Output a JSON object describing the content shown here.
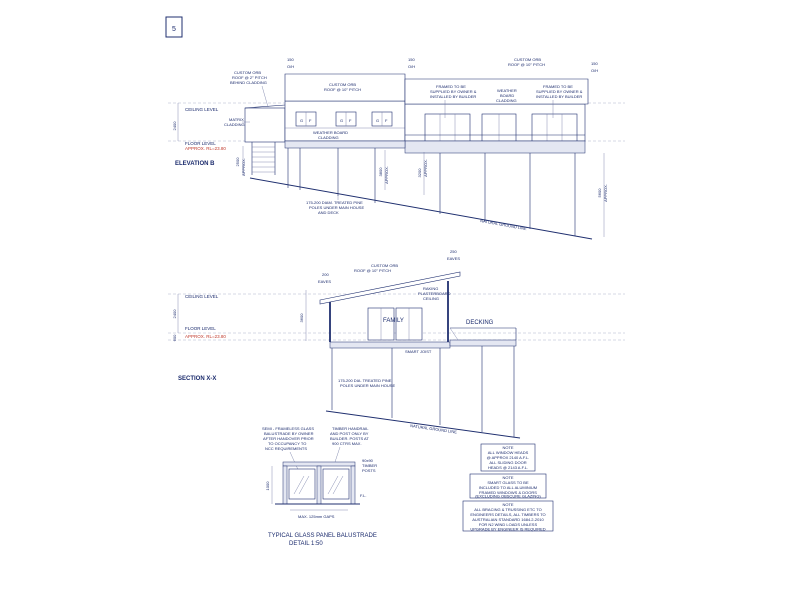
{
  "sheet": {
    "number": "5"
  },
  "elevation_b": {
    "title": "ELEVATION B",
    "ceiling_level": "CEILING LEVEL",
    "floor_level": "FLOOR LEVEL",
    "floor_rl": "APPROX. RL=23.80",
    "dim_2400": "2400",
    "dim_2500": "2500",
    "dim_3800": "3800",
    "dim_3200": "3200",
    "dim_5600": "5600",
    "approx": "APPROX.",
    "oh_150_a": "150",
    "oh_label_a": "O/H",
    "oh_150_b": "150",
    "oh_label_b": "O/H",
    "oh_150_c": "150",
    "oh_label_c": "O/H",
    "custom_orb_2deg": [
      "CUSTOM ORB",
      "ROOF @ 2° PITCH",
      "BEHIND CLADDING"
    ],
    "custom_orb_10deg": [
      "CUSTOM ORB",
      "ROOF @ 10° PITCH"
    ],
    "custom_orb_10deg_right": [
      "CUSTOM ORB",
      "ROOF @ 10° PITCH"
    ],
    "framed_left": [
      "FRAMED TO BE",
      "SUPPLIED BY OWNER &",
      "INSTALLED BY BUILDER"
    ],
    "framed_right": [
      "FRAMED TO BE",
      "SUPPLIED BY OWNER &",
      "INSTALLED BY BUILDER"
    ],
    "weather_board_center": [
      "WEATHER",
      "BOARD",
      "CLADDING"
    ],
    "weather_board_lower": [
      "WEATHER BOARD",
      "CLADDING"
    ],
    "matrix_cladding": [
      "MATRIX",
      "CLADDING"
    ],
    "poles_note": [
      "175-200 DIAM. TREATED PINE",
      "POLES UNDER MAIN HOUSE",
      "AND DECK"
    ],
    "ground_line": "NATURAL GROUND LINE",
    "window_codes": [
      "G",
      "F",
      "G",
      "F",
      "G",
      "F"
    ]
  },
  "section_xx": {
    "title": "SECTION X-X",
    "ceiling_level": "CEILING LEVEL",
    "floor_level": "FLOOR LEVEL",
    "floor_rl": "APPROX. RL=23.80",
    "dim_2400": "2400",
    "dim_600": "600",
    "dim_3600": "3600",
    "eaves_left": [
      "200",
      "EAVES"
    ],
    "eaves_right": [
      "250",
      "EAVES"
    ],
    "custom_orb": [
      "CUSTOM ORB",
      "ROOF @ 10° PITCH"
    ],
    "raking": [
      "RAKING",
      "PLASTERBOARD",
      "CEILING"
    ],
    "family": "FAMILY",
    "decking": "DECKING",
    "smart_joist": "SMART JOIST",
    "poles_note": [
      "175-200 DIA. TREATED PINE",
      "POLES UNDER MAIN HOUSE"
    ],
    "ground_line": "NATURAL GROUND LINE"
  },
  "balustrade": {
    "glass_note": [
      "SEMI - FRAMELESS GLASS",
      "BALUSTRADE BY OWNER",
      "AFTER HANDOVER PRIOR",
      "TO OCCUPANCY TO",
      "NCC REQUIREMENTS"
    ],
    "timber_note": [
      "TIMBER HANDRAIL",
      "AND POST ONLY BY",
      "BUILDER. POSTS AT",
      "900 CTRS MAX."
    ],
    "posts_note": [
      "90x90",
      "TIMBER",
      "POSTS"
    ],
    "fl": "F.L.",
    "dim_1000": "1000",
    "gaps": "MAX. 125mm GAPS",
    "title": "TYPICAL GLASS PANEL BALUSTRADE",
    "scale": "DETAIL 1:50"
  },
  "notes": [
    [
      "NOTE",
      "ALL WINDOW HEADS",
      "@ APPROX 2140 A.F.L.",
      "ALL SLIDING DOOR",
      "HEADS @ 2143 A.F.L."
    ],
    [
      "NOTE",
      "SMART GLASS TO BE",
      "INCLUDED TO ALL ALUMINIUM",
      "FRAMED WINDOWS & DOORS",
      "(EXCLUDING OBSCURE GLAZING)"
    ],
    [
      "NOTE",
      "ALL BRACING & TRUSSING ETC TO",
      "ENGINEERS DETAILS, ALL TIMBERS TO",
      "AUSTRALIAN STANDARD 1684.2-2010",
      "FOR N2 WIND LOADS UNLESS",
      "UPGRADE BY ENGINEER IS REQUIRED"
    ]
  ]
}
